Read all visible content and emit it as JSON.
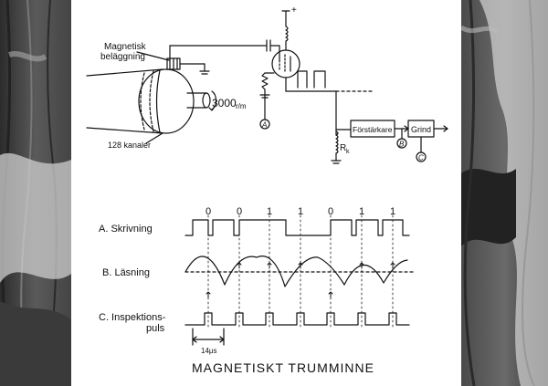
{
  "diagram": {
    "title": "MAGNETISKT TRUMMINNE",
    "labels": {
      "magnetic_coating_line1": "Magnetisk",
      "magnetic_coating_line2": "beläggning",
      "speed": "3000",
      "speed_unit": "r/m",
      "channels": "128 kanaler",
      "plus": "+",
      "amplifier": "Förstärkare",
      "gate": "Grind",
      "resistor": "R",
      "resistor_sub": "k",
      "node_a": "A",
      "node_b": "B",
      "node_c": "C",
      "period": "14μs",
      "row_a": "A. Skrivning",
      "row_b": "B. Läsning",
      "row_c_line1": "C. Inspektions-",
      "row_c_line2": "puls"
    },
    "bits": [
      "0",
      "0",
      "1",
      "1",
      "0",
      "1",
      "1"
    ]
  },
  "colors": {
    "ink": "#111111",
    "wood_dark": "#3a3a3a",
    "wood_light": "#bdbdbd"
  }
}
